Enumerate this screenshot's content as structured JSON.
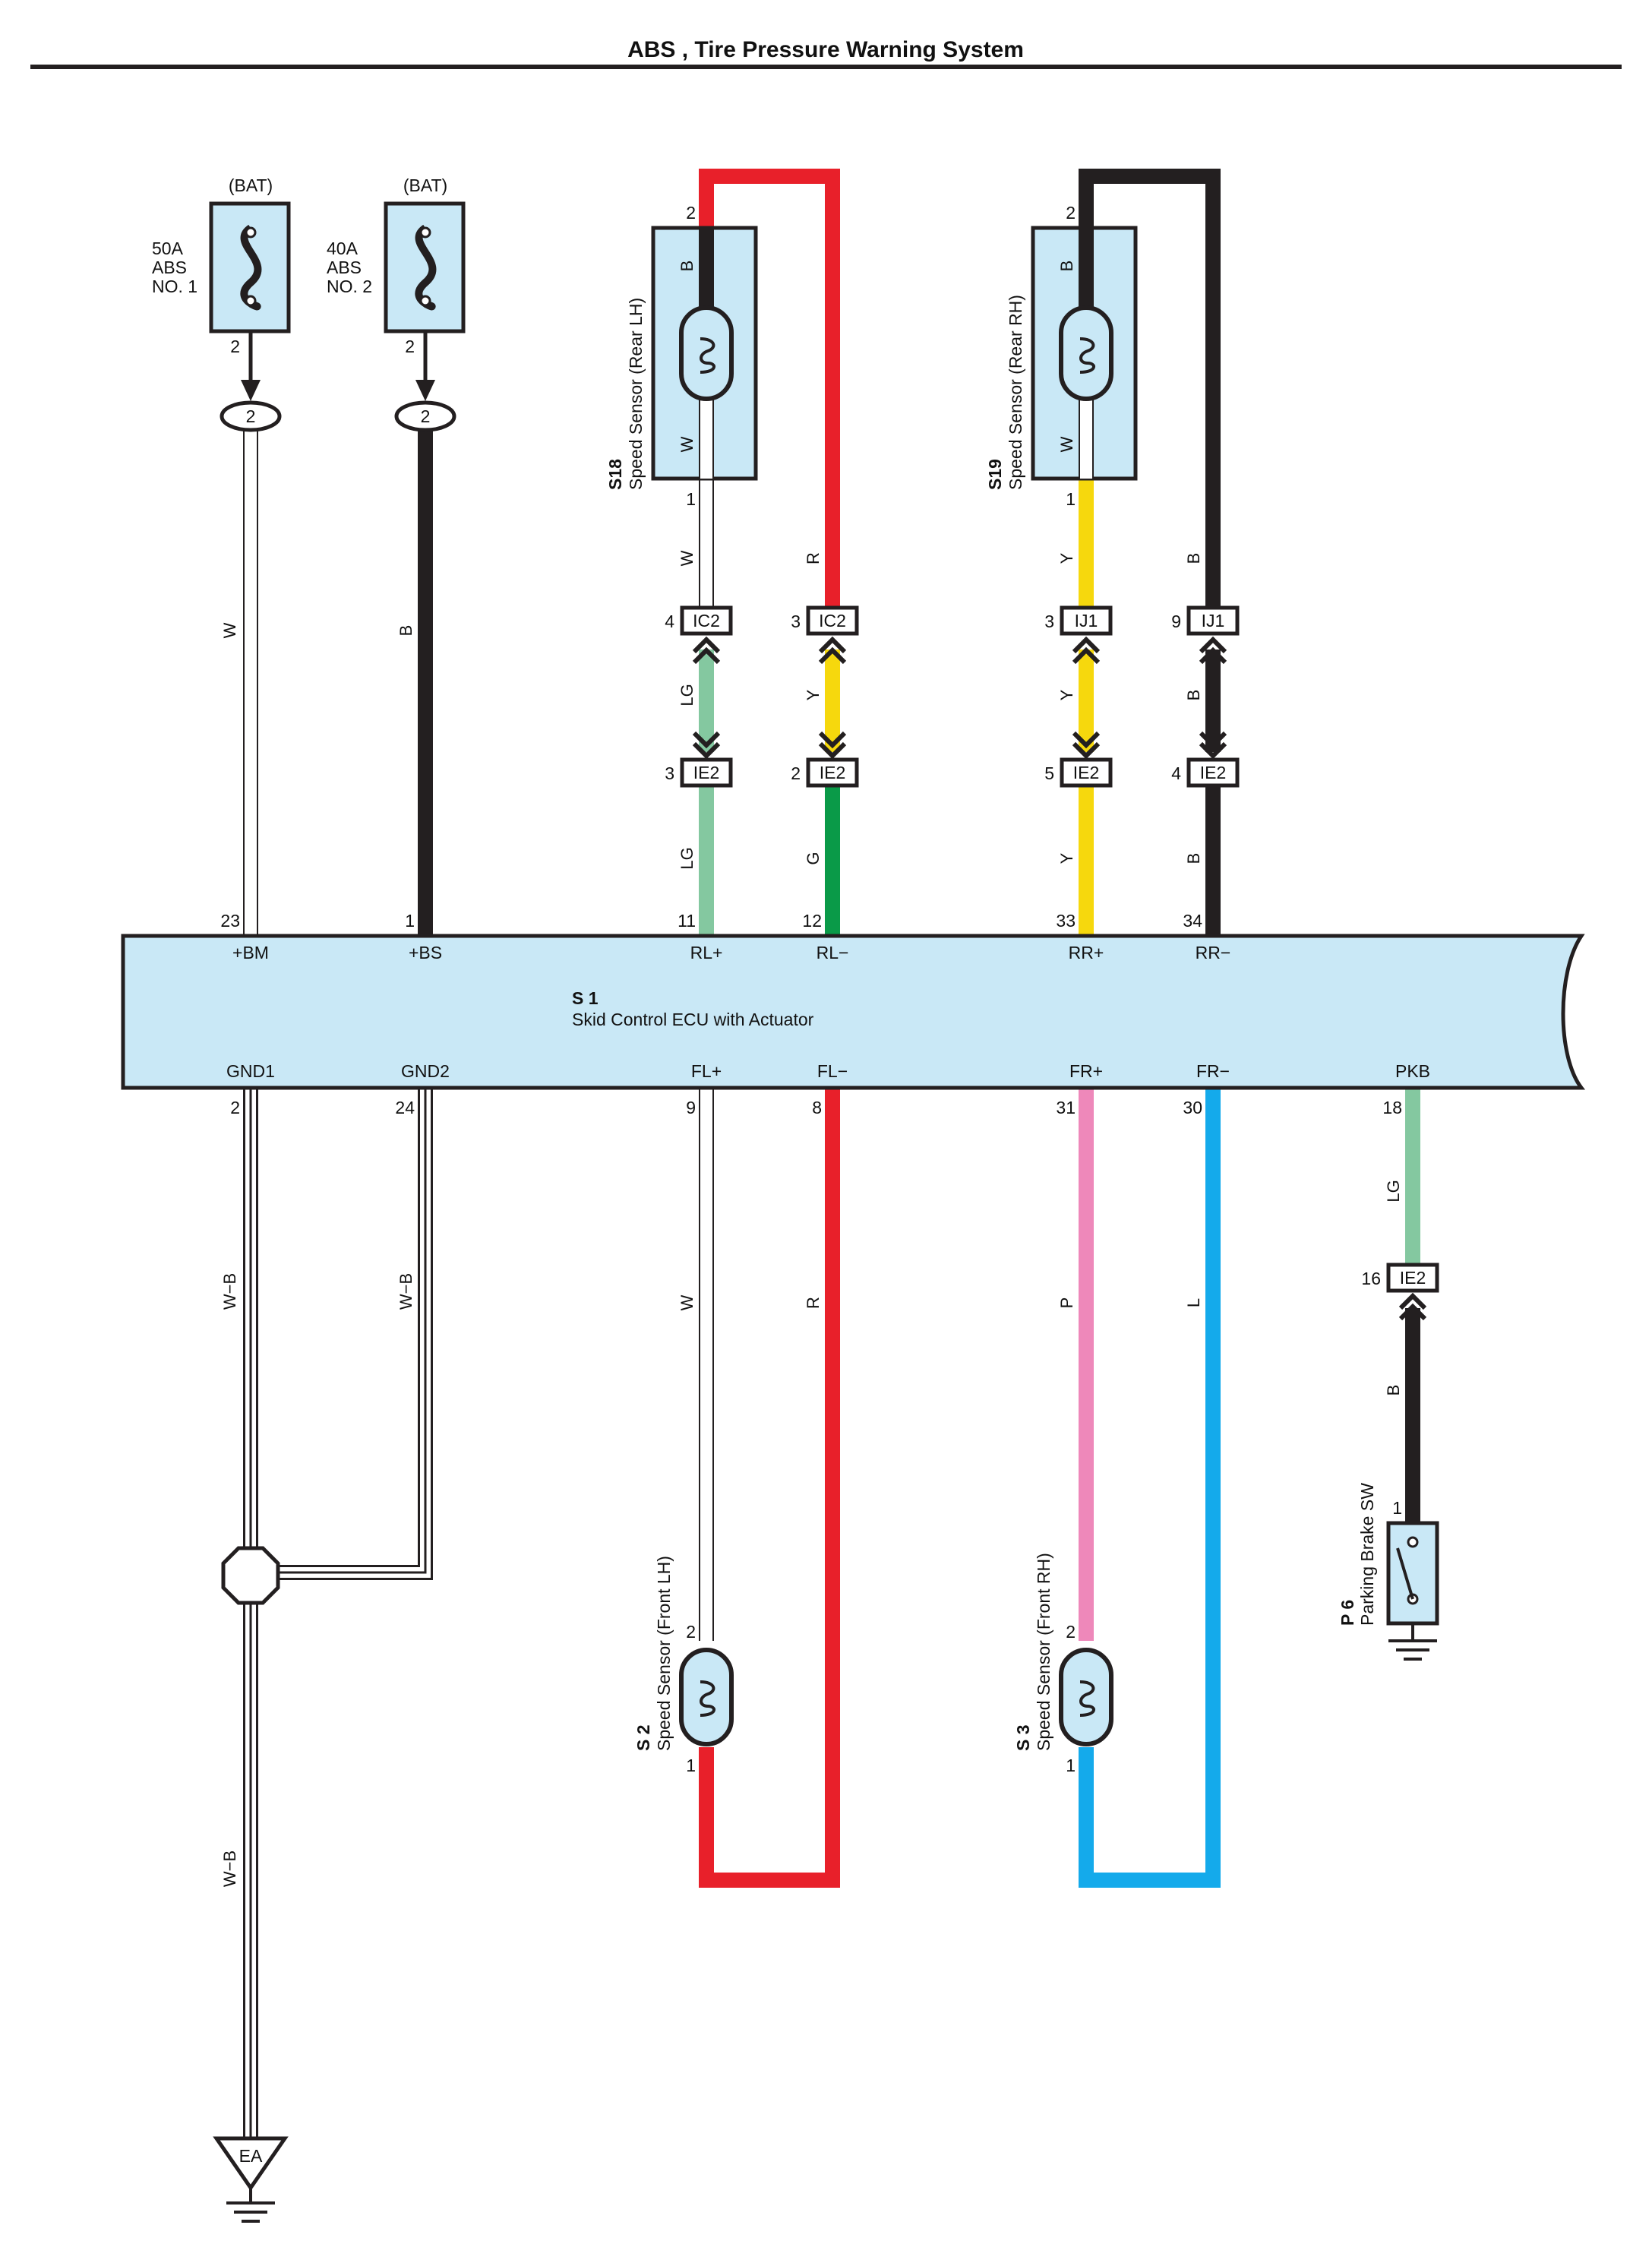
{
  "title": "ABS , Tire Pressure Warning System",
  "colors": {
    "ecu_fill": "#c9e8f6",
    "component_fill": "#c9e8f6",
    "black": "#231f20",
    "red": "#e8202a",
    "yellow": "#f6d80d",
    "green": "#0a9a48",
    "light_green": "#84c8a0",
    "pink": "#ee88ba",
    "blue": "#14aaeb",
    "white_wire": "#ffffff"
  },
  "fuses": [
    {
      "source": "(BAT)",
      "rating": "50A",
      "name_line1": "ABS",
      "name_line2": "NO. 1",
      "pin": "2",
      "connector": "2",
      "wire_color": "W"
    },
    {
      "source": "(BAT)",
      "rating": "40A",
      "name_line1": "ABS",
      "name_line2": "NO. 2",
      "pin": "2",
      "connector": "2",
      "wire_color": "B"
    }
  ],
  "ecu": {
    "code": "S 1",
    "name": "Skid Control ECU with Actuator",
    "top_pins": [
      {
        "terminal": "+BM",
        "pin": "23"
      },
      {
        "terminal": "+BS",
        "pin": "1"
      },
      {
        "terminal": "RL+",
        "pin": "11"
      },
      {
        "terminal": "RL−",
        "pin": "12"
      },
      {
        "terminal": "RR+",
        "pin": "33"
      },
      {
        "terminal": "RR−",
        "pin": "34"
      }
    ],
    "bottom_pins": [
      {
        "terminal": "GND1",
        "pin": "2"
      },
      {
        "terminal": "GND2",
        "pin": "24"
      },
      {
        "terminal": "FL+",
        "pin": "9"
      },
      {
        "terminal": "FL−",
        "pin": "8"
      },
      {
        "terminal": "FR+",
        "pin": "31"
      },
      {
        "terminal": "FR−",
        "pin": "30"
      },
      {
        "terminal": "PKB",
        "pin": "18"
      }
    ]
  },
  "rear_lh_sensor": {
    "code": "S18",
    "name": "Speed Sensor (Rear LH)",
    "pin_top": "2",
    "pin_bottom": "1",
    "inner_top": "B",
    "inner_bottom": "W",
    "wire_plus_upper": "W",
    "wire_minus_upper": "R",
    "conn_plus_upper": {
      "name": "IC2",
      "pin": "4"
    },
    "conn_minus_upper": {
      "name": "IC2",
      "pin": "3"
    },
    "wire_plus_mid": "LG",
    "wire_minus_mid": "Y",
    "conn_plus_lower": {
      "name": "IE2",
      "pin": "3"
    },
    "conn_minus_lower": {
      "name": "IE2",
      "pin": "2"
    },
    "wire_plus_lower": "LG",
    "wire_minus_lower": "G"
  },
  "rear_rh_sensor": {
    "code": "S19",
    "name": "Speed Sensor (Rear RH)",
    "pin_top": "2",
    "pin_bottom": "1",
    "inner_top": "B",
    "inner_bottom": "W",
    "wire_plus_upper": "Y",
    "wire_minus_upper": "B",
    "conn_plus_upper": {
      "name": "IJ1",
      "pin": "3"
    },
    "conn_minus_upper": {
      "name": "IJ1",
      "pin": "9"
    },
    "wire_plus_mid": "Y",
    "wire_minus_mid": "B",
    "conn_plus_lower": {
      "name": "IE2",
      "pin": "5"
    },
    "conn_minus_lower": {
      "name": "IE2",
      "pin": "4"
    },
    "wire_plus_lower": "Y",
    "wire_minus_lower": "B"
  },
  "ground": {
    "wire_gnd1": "W−B",
    "wire_gnd2": "W−B",
    "wire_lower": "W−B",
    "point": "EA"
  },
  "front_lh_sensor": {
    "code": "S 2",
    "name": "Speed Sensor (Front LH)",
    "pin_top": "2",
    "pin_bottom": "1",
    "wire_plus": "W",
    "wire_minus": "R"
  },
  "front_rh_sensor": {
    "code": "S 3",
    "name": "Speed Sensor (Front RH)",
    "pin_top": "2",
    "pin_bottom": "1",
    "wire_plus": "P",
    "wire_minus": "L"
  },
  "parking_brake": {
    "code": "P 6",
    "name": "Parking Brake SW",
    "pin": "1",
    "wire_upper": "LG",
    "connector": {
      "name": "IE2",
      "pin": "16"
    },
    "wire_lower": "B"
  }
}
